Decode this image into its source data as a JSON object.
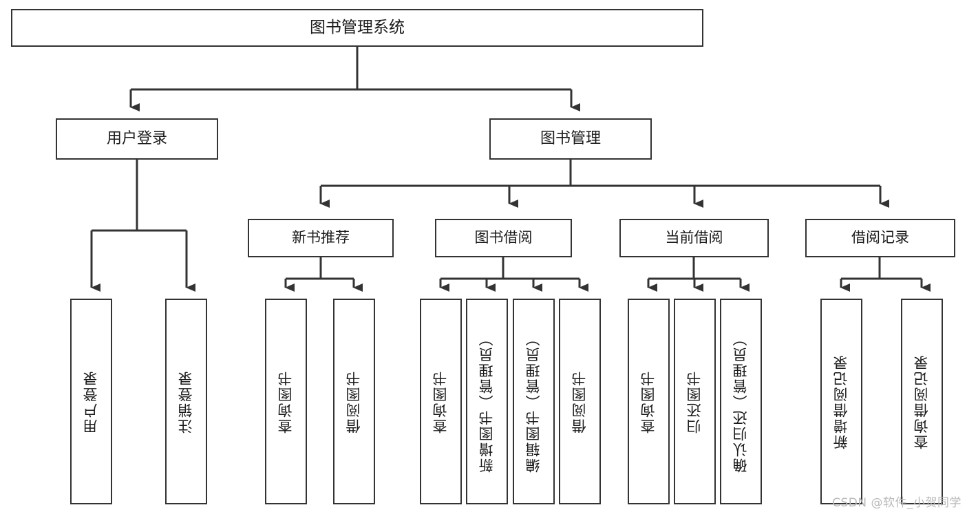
{
  "diagram": {
    "title": "图书管理系统",
    "type": "tree-hierarchy",
    "root": {
      "label": "图书管理系统"
    },
    "level1": [
      {
        "label": "用户登录"
      },
      {
        "label": "图书管理"
      }
    ],
    "level2": [
      {
        "label": "新书推荐"
      },
      {
        "label": "图书借阅"
      },
      {
        "label": "当前借阅"
      },
      {
        "label": "借阅记录"
      }
    ],
    "leaves": {
      "user_login": [
        {
          "label": "用户登录"
        },
        {
          "label": "注销登录"
        }
      ],
      "new_book_recommend": [
        {
          "label": "查询图书"
        },
        {
          "label": "借阅图书"
        }
      ],
      "book_borrow": [
        {
          "label": "查询图书"
        },
        {
          "label": "新增图书（管理员）"
        },
        {
          "label": "编辑图书（管理员）"
        },
        {
          "label": "借阅图书"
        }
      ],
      "current_borrow": [
        {
          "label": "查询图书"
        },
        {
          "label": "归还图书"
        },
        {
          "label": "确认归还（管理员）"
        }
      ],
      "borrow_record": [
        {
          "label": "新增借阅记录"
        },
        {
          "label": "查询借阅记录"
        }
      ]
    }
  },
  "watermark": {
    "text": "CSDN @软件_小贺同学"
  },
  "colors": {
    "stroke": "#333333",
    "text": "#1a1a1a",
    "background": "#ffffff",
    "watermark": "#b9b9b9"
  }
}
